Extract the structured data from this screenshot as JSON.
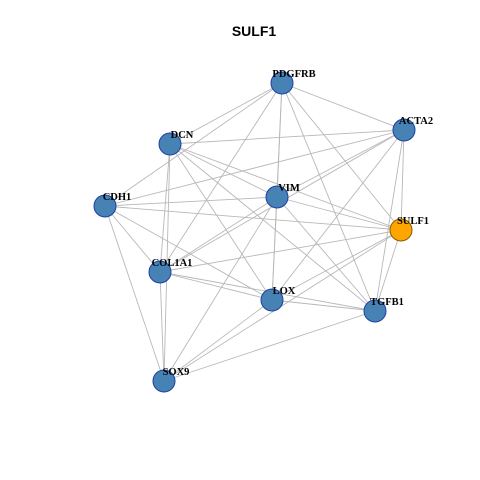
{
  "title": "SULF1",
  "colors": {
    "node_fill": "#4682B4",
    "node_stroke": "#1f3fa6",
    "focus_fill": "#FFA500",
    "focus_stroke": "#8a5a00",
    "edge": "#b8b8b8"
  },
  "focus_node": "SULF1",
  "nodes": [
    {
      "id": "PDGFRB"
    },
    {
      "id": "ACTA2"
    },
    {
      "id": "DCN"
    },
    {
      "id": "VIM"
    },
    {
      "id": "CDH1"
    },
    {
      "id": "SULF1"
    },
    {
      "id": "COL1A1"
    },
    {
      "id": "LOX"
    },
    {
      "id": "TGFB1"
    },
    {
      "id": "SOX9"
    }
  ],
  "edges": [
    [
      "PDGFRB",
      "ACTA2"
    ],
    [
      "PDGFRB",
      "DCN"
    ],
    [
      "PDGFRB",
      "CDH1"
    ],
    [
      "PDGFRB",
      "VIM"
    ],
    [
      "PDGFRB",
      "SULF1"
    ],
    [
      "PDGFRB",
      "COL1A1"
    ],
    [
      "PDGFRB",
      "LOX"
    ],
    [
      "PDGFRB",
      "TGFB1"
    ],
    [
      "ACTA2",
      "DCN"
    ],
    [
      "ACTA2",
      "CDH1"
    ],
    [
      "ACTA2",
      "VIM"
    ],
    [
      "ACTA2",
      "SULF1"
    ],
    [
      "ACTA2",
      "COL1A1"
    ],
    [
      "ACTA2",
      "LOX"
    ],
    [
      "ACTA2",
      "TGFB1"
    ],
    [
      "DCN",
      "VIM"
    ],
    [
      "DCN",
      "SULF1"
    ],
    [
      "DCN",
      "COL1A1"
    ],
    [
      "DCN",
      "LOX"
    ],
    [
      "DCN",
      "TGFB1"
    ],
    [
      "DCN",
      "SOX9"
    ],
    [
      "CDH1",
      "VIM"
    ],
    [
      "CDH1",
      "SULF1"
    ],
    [
      "CDH1",
      "COL1A1"
    ],
    [
      "CDH1",
      "LOX"
    ],
    [
      "CDH1",
      "SOX9"
    ],
    [
      "VIM",
      "SULF1"
    ],
    [
      "VIM",
      "COL1A1"
    ],
    [
      "VIM",
      "LOX"
    ],
    [
      "VIM",
      "TGFB1"
    ],
    [
      "VIM",
      "SOX9"
    ],
    [
      "SULF1",
      "COL1A1"
    ],
    [
      "SULF1",
      "LOX"
    ],
    [
      "SULF1",
      "TGFB1"
    ],
    [
      "SULF1",
      "SOX9"
    ],
    [
      "COL1A1",
      "LOX"
    ],
    [
      "COL1A1",
      "TGFB1"
    ],
    [
      "COL1A1",
      "SOX9"
    ],
    [
      "LOX",
      "TGFB1"
    ],
    [
      "LOX",
      "SOX9"
    ],
    [
      "TGFB1",
      "SOX9"
    ]
  ]
}
